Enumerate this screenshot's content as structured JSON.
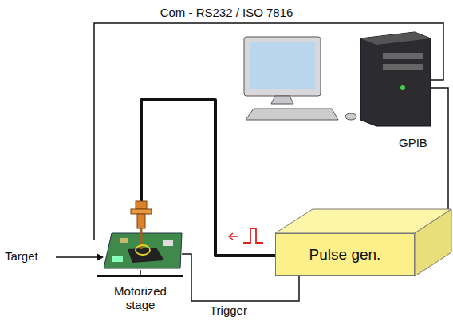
{
  "diagram": {
    "nodes": [
      {
        "text": [
          "Pulse gen."
        ]
      }
    ],
    "labels": [
      "Com - RS232 / ISO 7816",
      "GPIB",
      "Target",
      "Motorized stage",
      "Trigger"
    ]
  }
}
